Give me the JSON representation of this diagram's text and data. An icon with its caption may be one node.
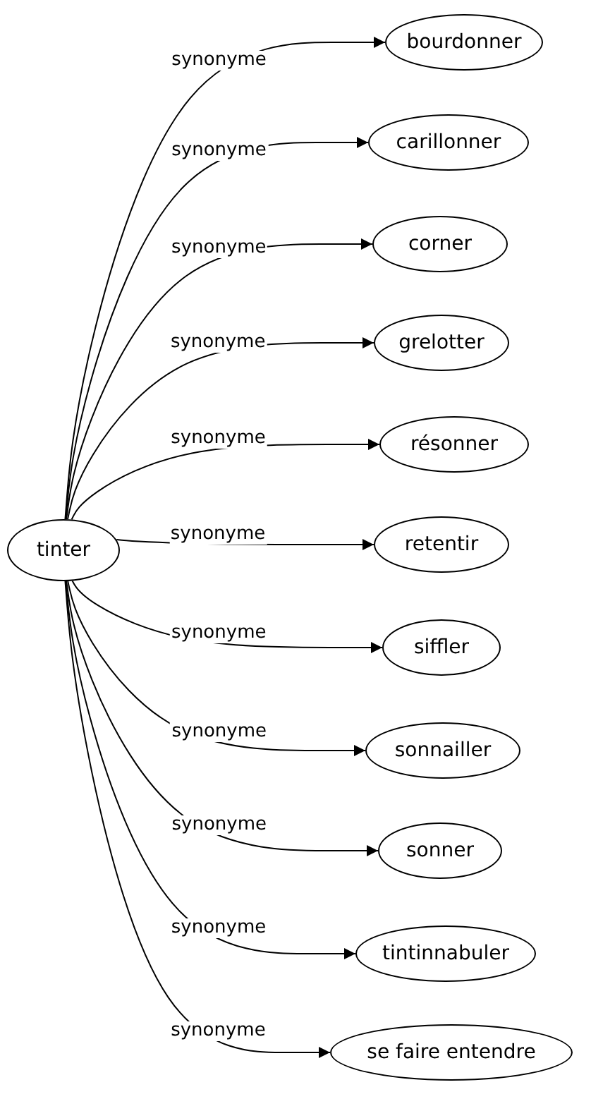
{
  "diagram": {
    "nodes": [
      {
        "text": [
          "tinter"
        ]
      },
      {
        "text": [
          "bourdonner"
        ]
      },
      {
        "text": [
          "carillonner"
        ]
      },
      {
        "text": [
          "corner"
        ]
      },
      {
        "text": [
          "grelotter"
        ]
      },
      {
        "text": [
          "résonner"
        ]
      },
      {
        "text": [
          "retentir"
        ]
      },
      {
        "text": [
          "siffler"
        ]
      },
      {
        "text": [
          "sonnailler"
        ]
      },
      {
        "text": [
          "sonner"
        ]
      },
      {
        "text": [
          "tintinnabuler"
        ]
      },
      {
        "text": [
          "se faire entendre"
        ]
      }
    ],
    "edges": [
      {
        "from": 0,
        "to": 1,
        "arrow": "to",
        "label": "synonyme"
      },
      {
        "from": 0,
        "to": 2,
        "arrow": "to",
        "label": "synonyme"
      },
      {
        "from": 0,
        "to": 3,
        "arrow": "to",
        "label": "synonyme"
      },
      {
        "from": 0,
        "to": 4,
        "arrow": "to",
        "label": "synonyme"
      },
      {
        "from": 0,
        "to": 5,
        "arrow": "to",
        "label": "synonyme"
      },
      {
        "from": 0,
        "to": 6,
        "arrow": "to",
        "label": "synonyme"
      },
      {
        "from": 0,
        "to": 7,
        "arrow": "to",
        "label": "synonyme"
      },
      {
        "from": 0,
        "to": 8,
        "arrow": "to",
        "label": "synonyme"
      },
      {
        "from": 0,
        "to": 9,
        "arrow": "to",
        "label": "synonyme"
      },
      {
        "from": 0,
        "to": 10,
        "arrow": "to",
        "label": "synonyme"
      },
      {
        "from": 0,
        "to": 11,
        "arrow": "to",
        "label": "synonyme"
      }
    ]
  }
}
